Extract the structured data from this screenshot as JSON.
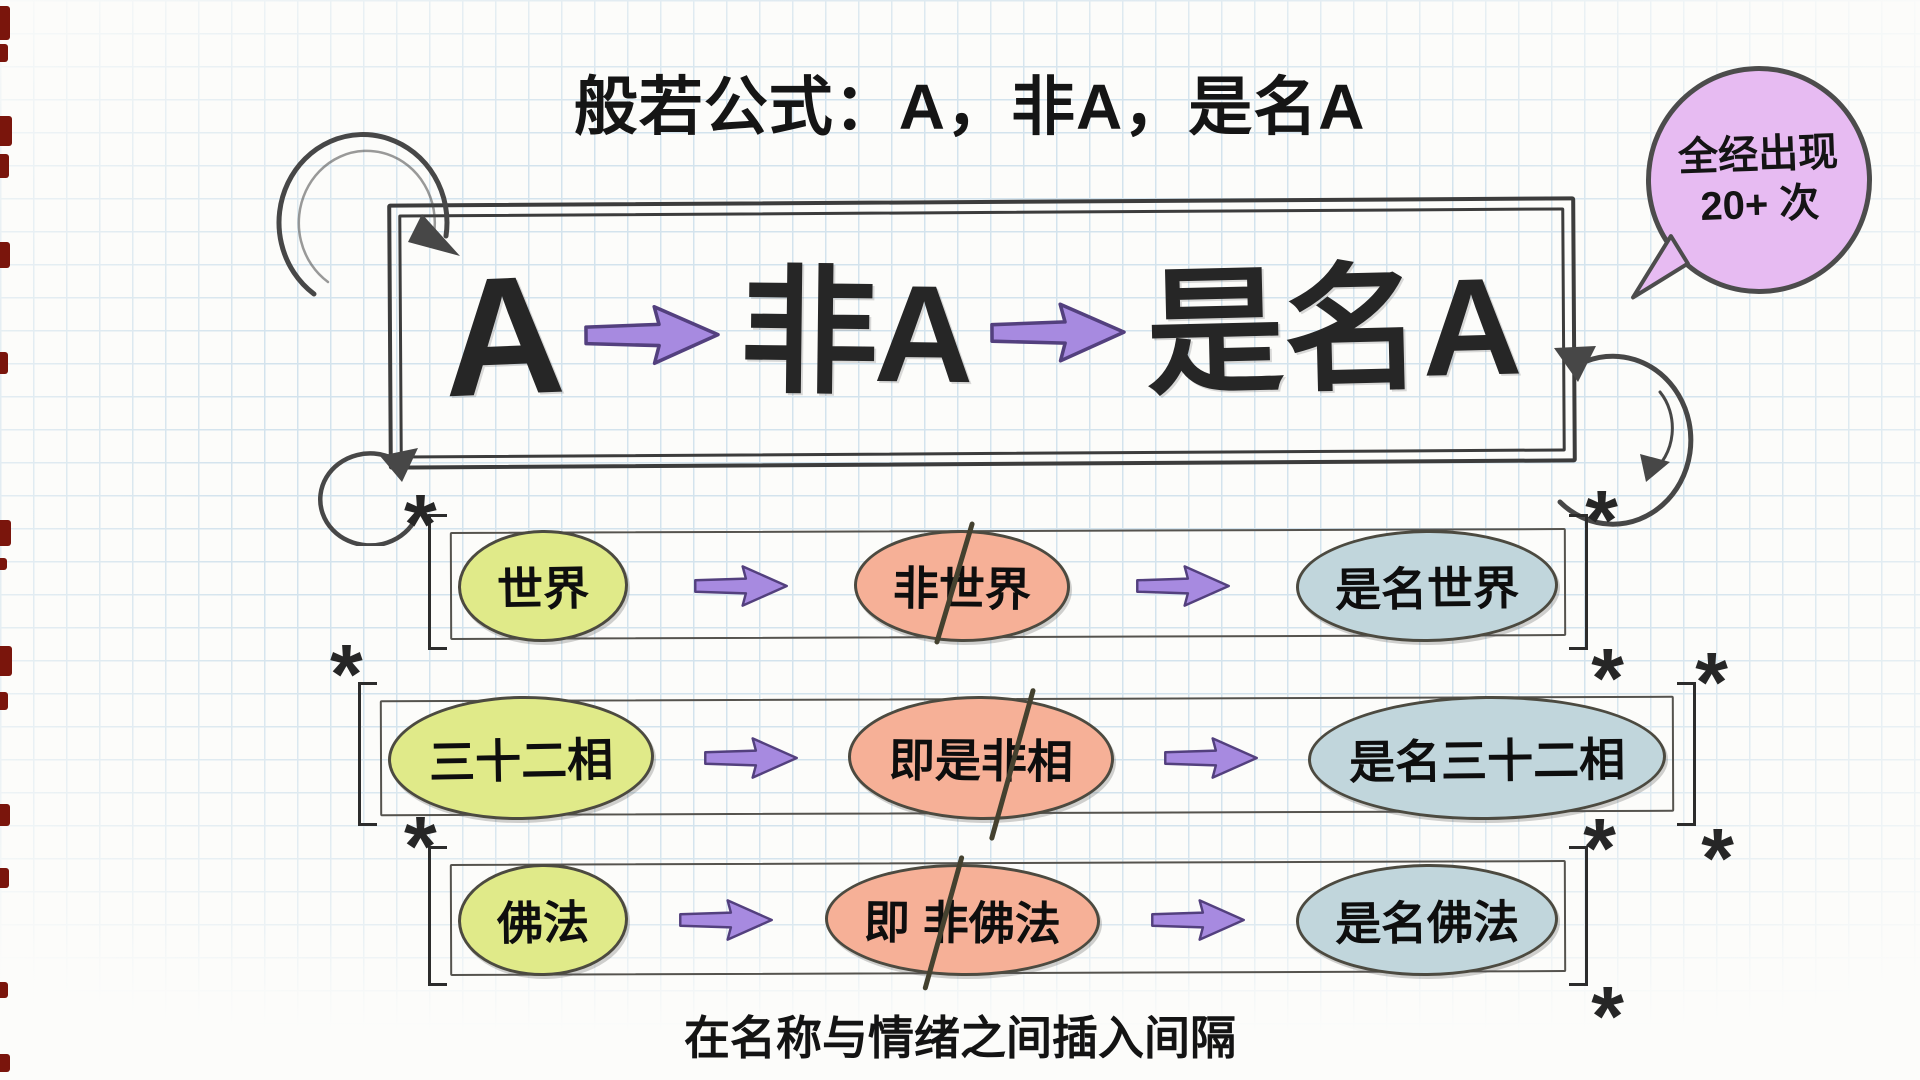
{
  "title": "般若公式：A，非A，是名A",
  "badge": {
    "line1": "全经出现",
    "line2": "20+ 次"
  },
  "formula": {
    "step1": "A",
    "step2": "非A",
    "step3": "是名A"
  },
  "rows": [
    {
      "term": "世界",
      "negation": "非世界",
      "designation": "是名世界"
    },
    {
      "term": "三十二相",
      "negation": "即是非相",
      "designation": "是名三十二相"
    },
    {
      "term": "佛法",
      "negation": "即 非佛法",
      "designation": "是名佛法"
    }
  ],
  "caption": "在名称与情绪之间插入间隔",
  "decorations": {
    "asterisk": "*"
  },
  "colors": {
    "paper": "#fcfcfa",
    "grid_line": "#d3e3ed",
    "ink": "#3c3c3c",
    "term_fill": "#e0ea89",
    "negation_fill": "#f6b097",
    "designation_fill": "#c1d6dc",
    "arrow_fill": "#a78ae0",
    "arrow_outline": "#53407e",
    "badge_fill": "#e7bbf2",
    "edge_mark": "#7a150c"
  }
}
